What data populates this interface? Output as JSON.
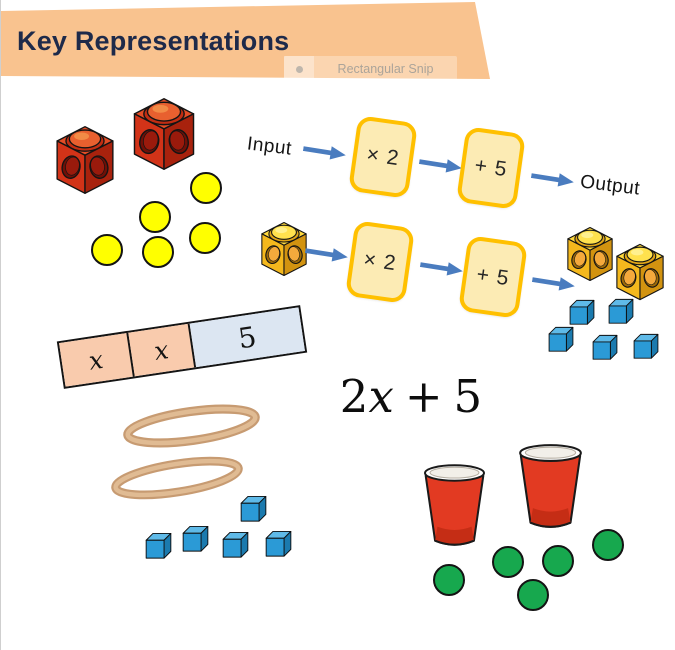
{
  "header": {
    "title": "Key Representations",
    "banner_color": "#F9C38F",
    "title_color": "#1E2A4A"
  },
  "snip_tooltip": {
    "label": "Rectangular Snip"
  },
  "function_machine": {
    "input_label": "Input",
    "output_label": "Output",
    "rows": [
      {
        "ops": [
          "× 2",
          "+ 5"
        ]
      },
      {
        "ops": [
          "× 2",
          "+ 5"
        ]
      }
    ],
    "card_fill": "#FCEBB4",
    "card_border": "#FFC000",
    "arrow_color": "#4A7CBF"
  },
  "bar_model": {
    "cells": [
      {
        "label": "x",
        "color": "#F9CBAD"
      },
      {
        "label": "x",
        "color": "#F9CBAD"
      },
      {
        "label": "5",
        "color": "#DCE6F2"
      }
    ]
  },
  "expression": {
    "text": "2x + 5",
    "coefficient": "2",
    "variable": "x",
    "operator": "+",
    "constant": "5"
  },
  "manipulatives": {
    "red_multilink_cubes": 2,
    "yellow_counters": 5,
    "machine_input_yellow_cubes": 1,
    "machine_output_yellow_cubes": 2,
    "machine_output_blue_cubes": 5,
    "rubber_bands": 2,
    "blue_cubes": 5,
    "red_cups": 2,
    "green_counters": 5,
    "colors": {
      "red_cube": "#D23318",
      "yellow_cube": "#F4B81D",
      "blue_cube": "#2B9AD6",
      "yellow_counter": "#FFFF00",
      "green_counter": "#17A84E",
      "red_cup": "#E23A22",
      "rubber_band": "#C79B72"
    }
  }
}
